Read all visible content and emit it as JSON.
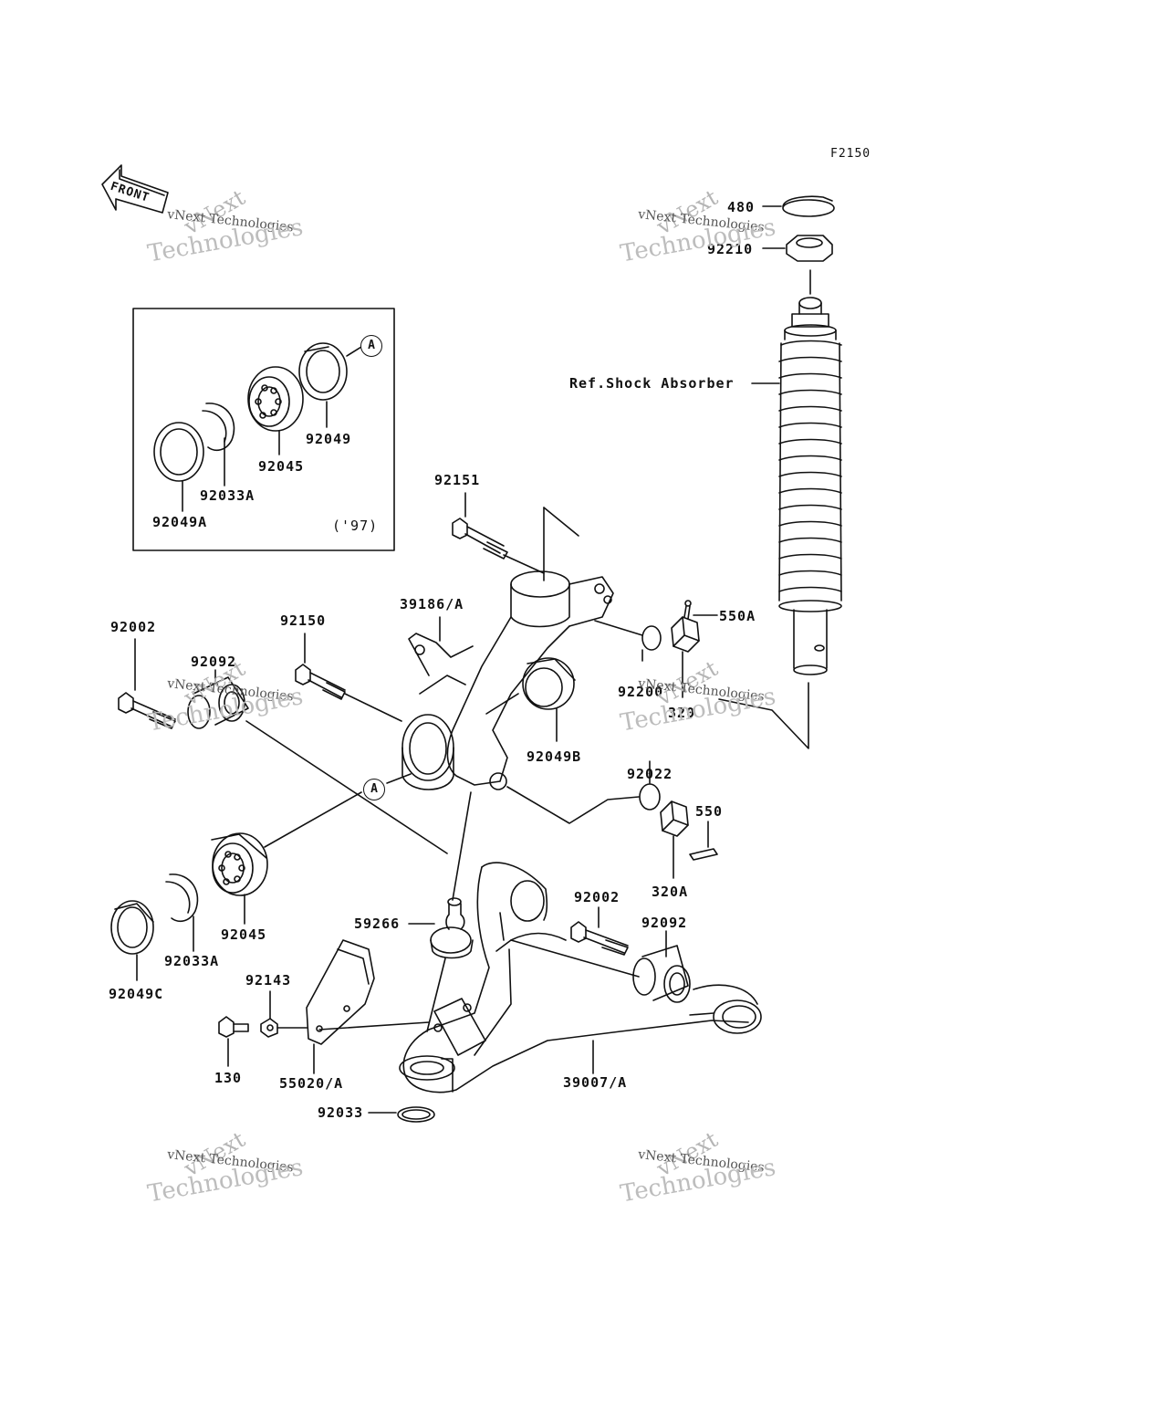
{
  "figure_code": "F2150",
  "front_label": "FRONT",
  "ref_label": "Ref.Shock Absorber",
  "inset_year": "('97)",
  "circle_marker": "A",
  "watermark": {
    "brand_top": "vNext",
    "brand_mid": "vNext Technologies",
    "brand_bottom": "Technologies"
  },
  "parts": {
    "p480": "480",
    "p92210": "92210",
    "p92049": "92049",
    "p92045_inset": "92045",
    "p92033A_inset": "92033A",
    "p92049A": "92049A",
    "p92151": "92151",
    "p39186A": "39186/A",
    "p92002_left": "92002",
    "p92150": "92150",
    "p92092_left": "92092",
    "p550A": "550A",
    "p92200": "92200",
    "p320": "320",
    "p92049B": "92049B",
    "p92022": "92022",
    "p550": "550",
    "p320A": "320A",
    "p92045": "92045",
    "p92033A": "92033A",
    "p92049C": "92049C",
    "p59266": "59266",
    "p92002_right": "92002",
    "p92092_right": "92092",
    "p92143": "92143",
    "p130": "130",
    "p55020A": "55020/A",
    "p39007A": "39007/A",
    "p92033": "92033"
  }
}
